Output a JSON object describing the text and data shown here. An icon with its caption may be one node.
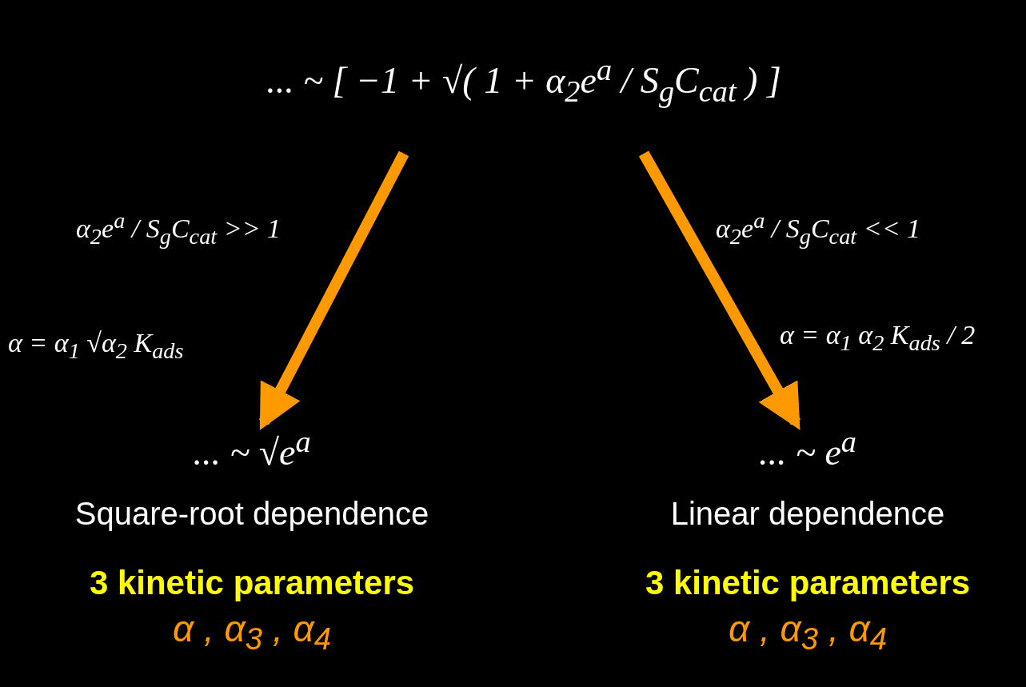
{
  "diagram": {
    "nodes": [
      {
        "text": [
          "... ~ [ −1 + √( 1 + α$_{2}$e$^{a}$ / S$_{g}$C$_{cat}$ ) ]"
        ]
      },
      {
        "text": [
          "... ~ √e$^{a}$",
          "Square-root dependence",
          "3 kinetic parameters",
          "α , α$_{3}$ , α$_{4}$"
        ]
      },
      {
        "text": [
          "... ~ e$^{a}$",
          "Linear dependence",
          "3 kinetic parameters",
          "α , α$_{3}$ , α$_{4}$"
        ]
      }
    ],
    "edges": [
      {
        "from": 0,
        "to": 1,
        "arrow": "to",
        "label": "α$_{2}$e$^{a}$ / S$_{g}$C$_{cat}$ >> 1",
        "color": "#ff9900"
      },
      {
        "from": 0,
        "to": 2,
        "arrow": "to",
        "label": "α$_{2}$e$^{a}$ / S$_{g}$C$_{cat}$ << 1",
        "color": "#ff9900"
      }
    ],
    "labels": [
      "α = α$_{1}$ √α$_{2}$ K$_{ads}$",
      "α = α$_{1}$ α$_{2}$ K$_{ads}$ / 2"
    ]
  }
}
